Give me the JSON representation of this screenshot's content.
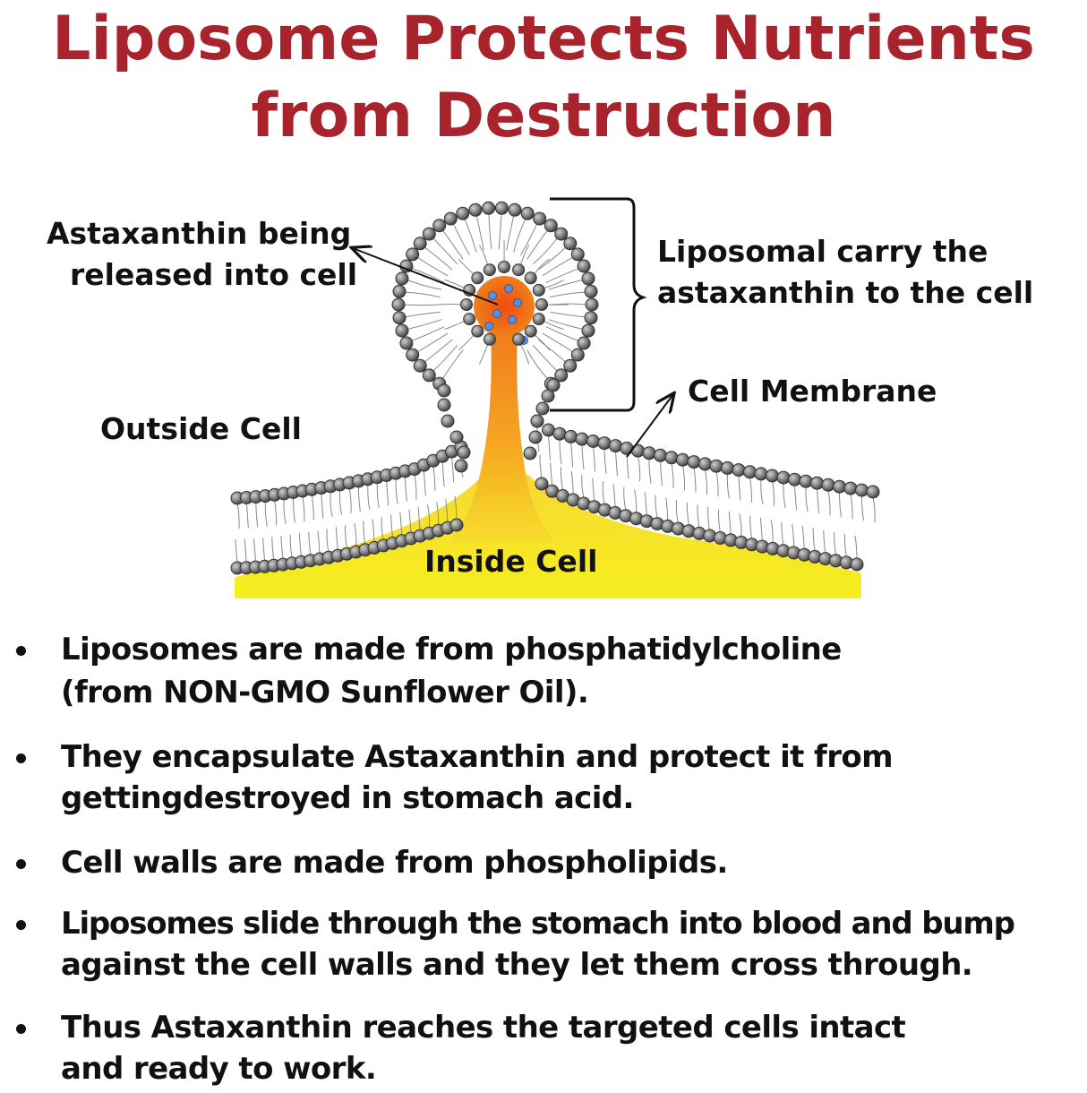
{
  "title": {
    "line1": "Liposome Protects Nutrients",
    "line2": "from Destruction"
  },
  "colors": {
    "title": "#a8232b",
    "text": "#111111",
    "cell_interior": "#f5e321",
    "channel": "#f08a1c",
    "core": "#ee5a14",
    "phospholipid_head": "#7a7a7a"
  },
  "diagram": {
    "label_astaxanthin_line1": "Astaxanthin being",
    "label_astaxanthin_line2": "released into cell",
    "label_liposomal_line1": "Liposomal carry the",
    "label_liposomal_line2": "astaxanthin to the cell",
    "label_cell_membrane": "Cell Membrane",
    "label_outside_cell": "Outside Cell",
    "label_inside_cell": "Inside Cell"
  },
  "bullets": [
    {
      "line1": "Liposomes are made from phosphatidylcholine",
      "line2": "(from NON-GMO Sunflower Oil)."
    },
    {
      "line1": "They encapsulate Astaxanthin and protect it from",
      "line2": "gettingdestroyed in stomach acid."
    },
    {
      "line1": "Cell walls are made from phospholipids.",
      "line2": ""
    },
    {
      "line1": "Liposomes slide through the stomach into blood and bump",
      "line2": "against the cell walls and they let them cross through."
    },
    {
      "line1": "Thus Astaxanthin reaches the targeted cells intact",
      "line2": "and ready to work."
    }
  ]
}
